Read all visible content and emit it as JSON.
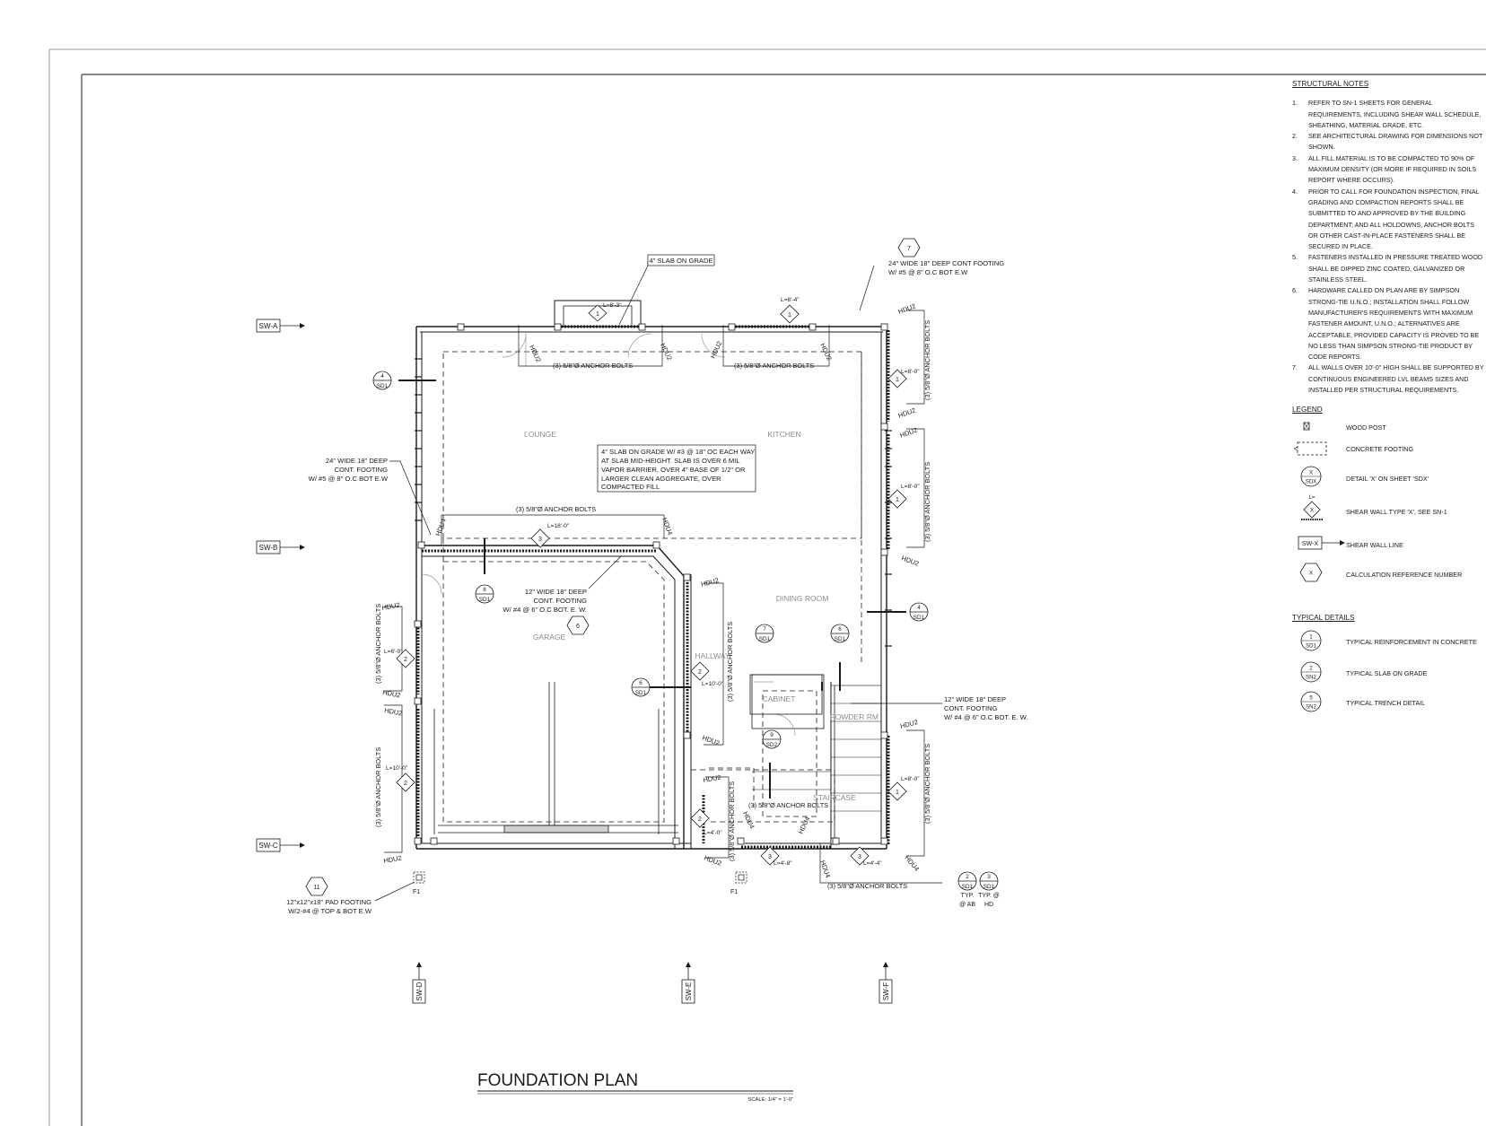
{
  "structural_notes": {
    "heading": "STRUCTURAL NOTES",
    "items": [
      {
        "num": "1.",
        "text": "REFER TO SN-1 SHEETS FOR GENERAL REQUIREMENTS, INCLUDING SHEAR WALL SCHEDULE, SHEATHING, MATERIAL GRADE, ETC."
      },
      {
        "num": "2.",
        "text": "SEE ARCHITECTURAL DRAWING FOR DIMENSIONS NOT SHOWN."
      },
      {
        "num": "3.",
        "text": "ALL FILL MATERIAL IS TO BE COMPACTED TO 90% OF MAXIMUM DENSITY (OR MORE IF REQUIRED IN SOILS REPORT WHERE OCCURS)."
      },
      {
        "num": "4.",
        "text": "PRIOR TO CALL FOR FOUNDATION INSPECTION, FINAL GRADING AND COMPACTION REPORTS SHALL BE SUBMITTED TO AND APPROVED BY THE BUILDING DEPARTMENT; AND ALL HOLDOWNS, ANCHOR BOLTS OR OTHER CAST-IN-PLACE FASTENERS SHALL BE SECURED IN PLACE."
      },
      {
        "num": "5.",
        "text": "FASTENERS INSTALLED IN PRESSURE TREATED WOOD SHALL BE DIPPED ZINC COATED, GALVANIZED OR STAINLESS STEEL."
      },
      {
        "num": "6.",
        "text": "HARDWARE CALLED ON PLAN ARE BY SIMPSON STRONG-TIE U.N.O.; INSTALLATION SHALL FOLLOW MANUFACTURER'S REQUIREMENTS WITH MAXIMUM FASTENER AMOUNT, U.N.O.; ALTERNATIVES ARE ACCEPTABLE, PROVIDED CAPACITY IS PROVED TO BE NO LESS THAN SIMPSON STRONG-TIE PRODUCT BY CODE REPORTS."
      },
      {
        "num": "7.",
        "text": "ALL WALLS OVER 10'-0\" HIGH SHALL BE SUPPORTED BY CONTINUOUS ENGINEERED LVL BEAMS SIZES AND INSTALLED PER STRUCTURAL REQUIREMENTS."
      }
    ]
  },
  "legend": {
    "heading": "LEGEND",
    "items": [
      {
        "symbol": "wood-post-icon",
        "label": "WOOD POST"
      },
      {
        "symbol": "concrete-footing-icon",
        "label": "CONCRETE FOOTING"
      },
      {
        "symbol": "detail-bubble-icon",
        "top": "X",
        "bottom": "SDX",
        "label": "DETAIL 'X' ON SHEET 'SDX'"
      },
      {
        "symbol": "shear-wall-type-icon",
        "top": "L=",
        "mark": "X",
        "label": "SHEAR WALL TYPE 'X', SEE SN-1"
      },
      {
        "symbol": "shear-wall-line-icon",
        "mark": "SW-X",
        "label": "SHEAR WALL LINE"
      },
      {
        "symbol": "calc-reference-icon",
        "mark": "X",
        "label": "CALCULATION REFERENCE NUMBER"
      }
    ]
  },
  "typical_details": {
    "heading": "TYPICAL DETAILS",
    "items": [
      {
        "top": "1",
        "bottom": "SD1",
        "label": "TYPICAL REINFORCEMENT IN CONCRETE"
      },
      {
        "top": "2",
        "bottom": "SN2",
        "label": "TYPICAL SLAB ON GRADE"
      },
      {
        "top": "5",
        "bottom": "SN2",
        "label": "TYPICAL TRENCH DETAIL"
      }
    ]
  },
  "plan": {
    "title": "FOUNDATION PLAN",
    "scale": "SCALE: 1/4\" = 1'-0\"",
    "rooms": {
      "lounge": "LOUNGE",
      "kitchen": "KITCHEN",
      "dining": "DINING ROOM",
      "garage": "GARAGE",
      "hallway": "HALLWAY",
      "cabinet": "CABINET",
      "powder": "POWDER RM",
      "staircase": "STAIRCASE"
    },
    "shear_lines": {
      "a": "SW-A",
      "b": "SW-B",
      "c": "SW-C",
      "d": "SW-D",
      "e": "SW-E",
      "f": "SW-F"
    },
    "notes": {
      "slab_top": "4\" SLAB ON GRADE",
      "footing_top": [
        "24\" WIDE 18\" DEEP CONT FOOTING",
        "W/ #5 @ 8\" O.C BOT E.W"
      ],
      "slab_center": [
        "4\" SLAB ON GRADE W/ #3 @ 18\" OC EACH WAY",
        "AT SLAB MID-HEIGHT. SLAB IS OVER 6 MIL",
        "VAPOR BARRIER, OVER 4\" BASE OF 1/2\" OR",
        "LARGER CLEAN AGGREGATE, OVER",
        "COMPACTED FILL"
      ],
      "footing_left": [
        "24\" WIDE 18\" DEEP",
        "CONT. FOOTING",
        "W/ #5 @ 8\" O.C BOT E.W"
      ],
      "footing_garage": [
        "12\" WIDE 18\" DEEP",
        "CONT. FOOTING",
        "W/ #4 @ 6\" O.C BOT. E. W."
      ],
      "footing_right": [
        "12\" WIDE 18\" DEEP",
        "CONT. FOOTING",
        "W/ #4 @ 6\" O.C BOT. E. W."
      ],
      "pad_footing": [
        "12\"x12\"x18\" PAD FOOTING",
        "W/2-#4 @ TOP & BOT E.W"
      ],
      "typ_ab": [
        "TYP.",
        "@ AB"
      ],
      "typ_hd": [
        "TYP. @",
        "HD"
      ]
    },
    "anchor_bolts": "(3) 5/8\"Ø ANCHOR BOLTS",
    "hdu2": "HDU2",
    "hdu4": "HDU4",
    "f1": "F1",
    "lengths": {
      "top_left": "L=8'-3\"",
      "top_right": "L=6'-4\"",
      "right_upper": "L=8'-0\"",
      "right_mid": "L=8'-0\"",
      "mid_wall": "L=18'-0\"",
      "left_upper": "L=6'-0\"",
      "left_lower": "L=10'-0\"",
      "hallway": "L=10'-0\"",
      "right_lower": "L=8'-0\"",
      "bottom_hall": "L=4'-0\"",
      "bottom_stair1": "L=4'-8\"",
      "bottom_stair2": "L=4'-4\""
    },
    "sw_types": {
      "one": "1",
      "two": "2",
      "three": "3"
    },
    "calc_refs": {
      "six": "6",
      "seven": "7",
      "eleven": "11"
    },
    "details": {
      "d4_sd1": {
        "top": "4",
        "bottom": "SD1"
      },
      "d6_sd1": {
        "top": "6",
        "bottom": "SD1"
      },
      "d7_sd1": {
        "top": "7",
        "bottom": "SD1"
      },
      "d9_sd2": {
        "top": "9",
        "bottom": "SD2"
      },
      "d2_sd1": {
        "top": "2",
        "bottom": "SD1"
      },
      "d3_sd1": {
        "top": "3",
        "bottom": "SD1"
      }
    }
  }
}
